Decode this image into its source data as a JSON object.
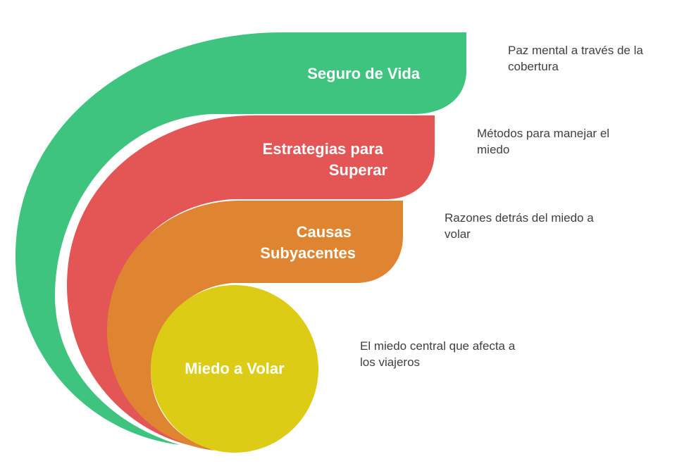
{
  "colors": {
    "green": "#3ec47f",
    "red": "#e35655",
    "orange": "#df8431",
    "yellow": "#dccc16",
    "text": "#3f3f3f"
  },
  "layers": [
    {
      "id": "seguro",
      "color_key": "green",
      "label_lines": [
        "Seguro de Vida"
      ],
      "description": "Paz mental a través de la\ncobertura"
    },
    {
      "id": "estrategias",
      "color_key": "red",
      "label_lines": [
        "Estrategias para",
        "Superar"
      ],
      "description": "Métodos para manejar el\nmiedo"
    },
    {
      "id": "causas",
      "color_key": "orange",
      "label_lines": [
        "Causas",
        "Subyacentes"
      ],
      "description": "Razones detrás del miedo a\nvolar"
    },
    {
      "id": "miedo",
      "color_key": "yellow",
      "label_lines": [
        "Miedo a Volar"
      ],
      "description": "El miedo central que afecta a\nlos viajeros"
    }
  ]
}
